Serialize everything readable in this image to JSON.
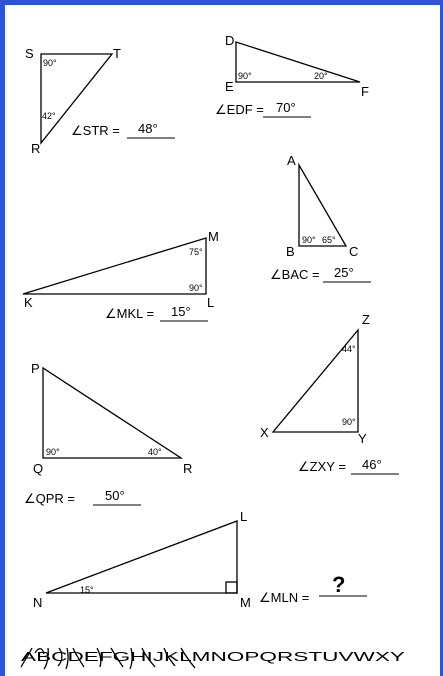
{
  "problems": {
    "str": {
      "vertices": [
        "S",
        "T",
        "R"
      ],
      "angles": [
        "90°",
        "42°"
      ],
      "label": "∠STR =",
      "answer": "48°"
    },
    "edf": {
      "vertices": [
        "D",
        "E",
        "F"
      ],
      "angles": [
        "90°",
        "20°"
      ],
      "label": "∠EDF =",
      "answer": "70°"
    },
    "bac": {
      "vertices": [
        "A",
        "B",
        "C"
      ],
      "angles": [
        "90°",
        "65°"
      ],
      "label": "∠BAC =",
      "answer": "25°"
    },
    "mkl": {
      "vertices": [
        "M",
        "K",
        "L"
      ],
      "angles": [
        "75°",
        "90°"
      ],
      "label": "∠MKL =",
      "answer": "15°"
    },
    "zxy": {
      "vertices": [
        "Z",
        "X",
        "Y"
      ],
      "angles": [
        "44°",
        "90°"
      ],
      "label": "∠ZXY =",
      "answer": "46°"
    },
    "qpr": {
      "vertices": [
        "P",
        "Q",
        "R"
      ],
      "angles": [
        "90°",
        "40°"
      ],
      "label": "∠QPR =",
      "answer": "50°"
    },
    "mln": {
      "vertices": [
        "L",
        "N",
        "M"
      ],
      "angles": [
        "15°"
      ],
      "label": "∠MLN =",
      "answer": "?"
    }
  },
  "alphabet": "ABCDEFGHIJKLMNOPQRSTUVWXY"
}
